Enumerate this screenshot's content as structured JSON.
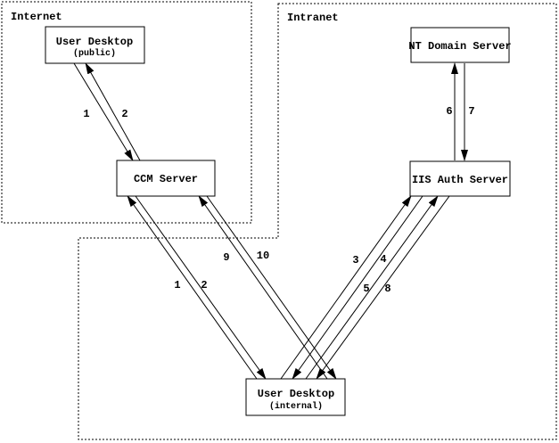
{
  "diagram": {
    "zones": {
      "internet": {
        "label": "Internet"
      },
      "intranet": {
        "label": "Intranet"
      }
    },
    "nodes": {
      "user_desktop_public": {
        "title": "User Desktop",
        "subtitle": "(public)"
      },
      "ccm_server": {
        "title": "CCM Server"
      },
      "nt_domain_server": {
        "title": "NT Domain Server"
      },
      "iis_auth_server": {
        "title": "IIS Auth Server"
      },
      "user_desktop_internal": {
        "title": "User Desktop",
        "subtitle": "(internal)"
      }
    },
    "flow_labels": {
      "step1_public": "1",
      "step2_public": "2",
      "step1_internal": "1",
      "step2_internal": "2",
      "step3": "3",
      "step4": "4",
      "step5": "5",
      "step6": "6",
      "step7": "7",
      "step8": "8",
      "step9": "9",
      "step10": "10"
    },
    "colors": {
      "line": "#000000",
      "background": "#ffffff"
    }
  }
}
